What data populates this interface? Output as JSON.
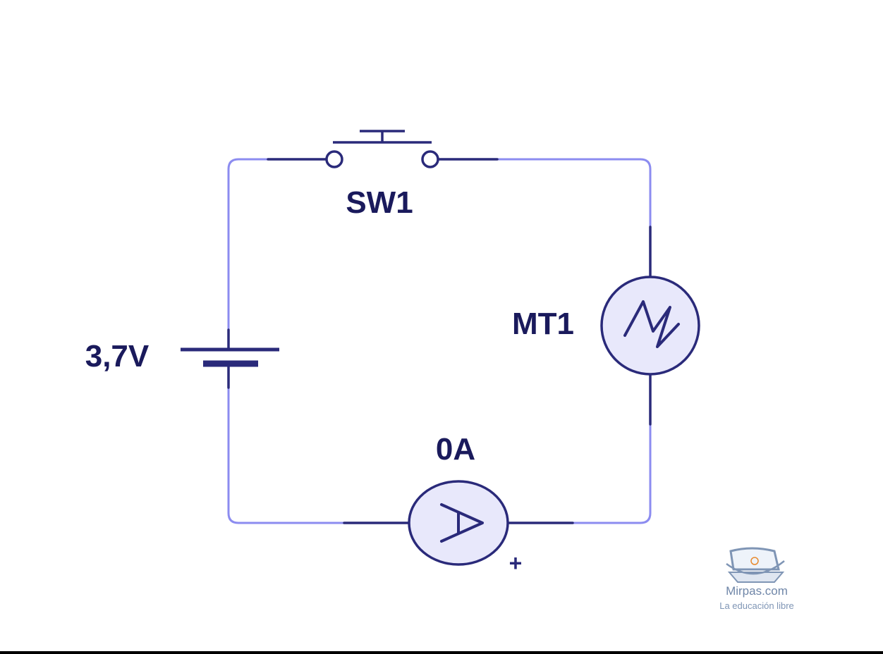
{
  "components": {
    "switch": {
      "label": "SW1"
    },
    "battery": {
      "label": "3,7V"
    },
    "motor": {
      "label": "MT1"
    },
    "ammeter": {
      "reading": "0A",
      "symbol": "A",
      "polarity": "+"
    }
  },
  "watermark": {
    "name": "Mirpas.com",
    "tagline": "La educación libre"
  },
  "colors": {
    "wire": "#8c8cf0",
    "component_stroke": "#2a2a7a",
    "component_fill": "#e8e8fb",
    "label": "#1a1a5c"
  }
}
